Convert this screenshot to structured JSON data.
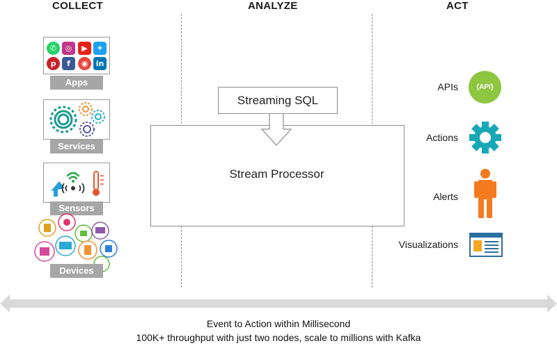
{
  "columns": {
    "collect": "COLLECT",
    "analyze": "ANALYZE",
    "act": "ACT"
  },
  "sources": [
    {
      "label": "Apps",
      "icon": "social-apps-icon"
    },
    {
      "label": "Services",
      "icon": "gears-icon"
    },
    {
      "label": "Sensors",
      "icon": "sensors-icon"
    },
    {
      "label": "Devices",
      "icon": "devices-icon"
    }
  ],
  "analyze": {
    "sql_label": "Streaming SQL",
    "processor_label": "Stream Processor"
  },
  "actions": [
    {
      "label": "APIs",
      "icon": "api-icon",
      "badge": "{API}",
      "color": "#8dc63f"
    },
    {
      "label": "Actions",
      "icon": "gear-icon",
      "color": "#17a8b7"
    },
    {
      "label": "Alerts",
      "icon": "person-icon",
      "color": "#f47a20"
    },
    {
      "label": "Visualizations",
      "icon": "dashboard-icon",
      "color": "#2b6f9e"
    }
  ],
  "footer": {
    "line1": "Event to Action within Millisecond",
    "line2": "100K+ throughput with just two nodes, scale to millions with Kafka"
  }
}
